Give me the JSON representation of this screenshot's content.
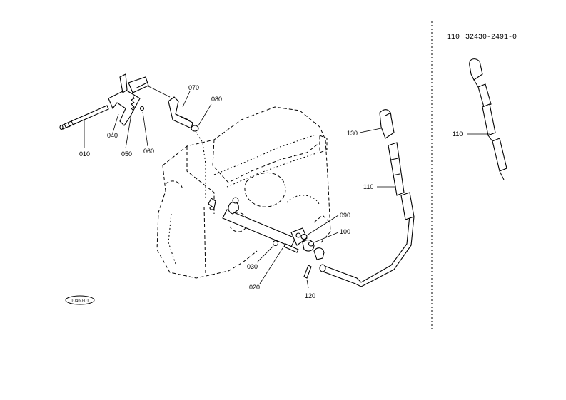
{
  "header": {
    "ref": "110",
    "part_number": "32430-2491-0"
  },
  "callouts": {
    "c010": "010",
    "c020": "020",
    "c030": "030",
    "c040": "040",
    "c050": "050",
    "c060": "060",
    "c070": "070",
    "c080": "080",
    "c090": "090",
    "c100": "100",
    "c110_main": "110",
    "c110_detail": "110",
    "c120": "120",
    "c130": "130"
  },
  "stamp": "10460-01"
}
